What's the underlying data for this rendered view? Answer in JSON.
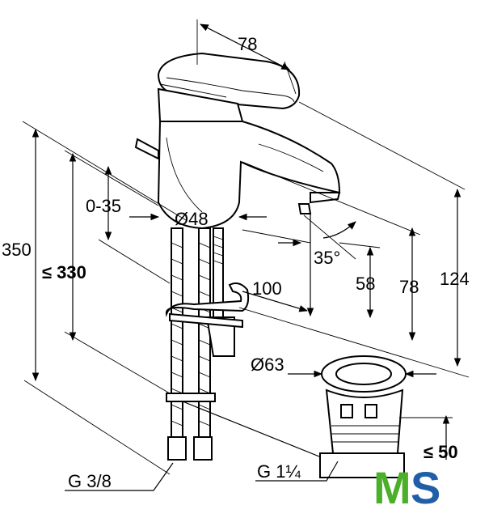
{
  "dimensions": {
    "top_width": "78",
    "range": "0-35",
    "body_diameter": "Ø48",
    "spout_reach": "100",
    "spout_angle": "35°",
    "height_58": "58",
    "height_78": "78",
    "height_124": "124",
    "total_350": "350",
    "max_330": "≤ 330",
    "waste_diameter": "Ø63",
    "waste_depth": "≤ 50",
    "hose_thread": "G 3/8",
    "waste_thread": "G 1¼"
  },
  "logo": {
    "letter_m": "M",
    "letter_s": "S",
    "color_m": "#4caf2a",
    "color_s": "#1f5fa8"
  }
}
